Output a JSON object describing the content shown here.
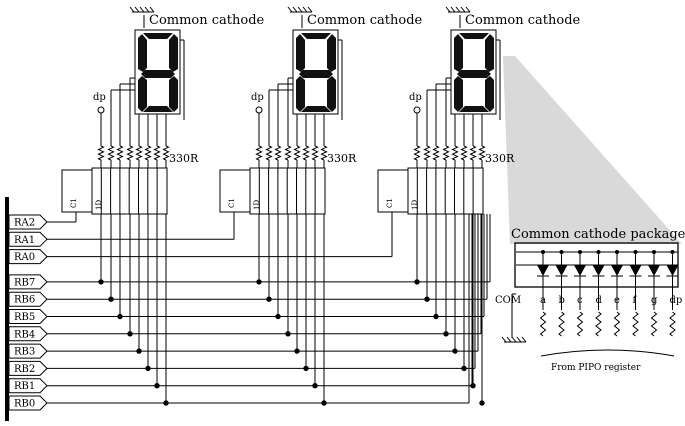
{
  "displays": [
    {
      "common_label": "Common cathode",
      "dp_label": "dp",
      "resistor_label": "330R",
      "segments": [
        "a",
        "b",
        "c",
        "d",
        "e",
        "f",
        "g"
      ]
    },
    {
      "common_label": "Common cathode",
      "dp_label": "dp",
      "resistor_label": "330R",
      "segments": [
        "a",
        "b",
        "c",
        "d",
        "e",
        "f",
        "g"
      ]
    },
    {
      "common_label": "Common cathode",
      "dp_label": "dp",
      "resistor_label": "330R",
      "segments": [
        "a",
        "b",
        "c",
        "d",
        "e",
        "f",
        "g"
      ]
    }
  ],
  "register": {
    "clock_label": "C1",
    "data_label": "1D"
  },
  "bus_ports": [
    "RA2",
    "RA1",
    "RA0",
    "RB7",
    "RB6",
    "RB5",
    "RB4",
    "RB3",
    "RB2",
    "RB1",
    "RB0"
  ],
  "package": {
    "title": "Common cathode package",
    "com_label": "COM",
    "pins": [
      "a",
      "b",
      "c",
      "d",
      "e",
      "f",
      "g",
      "dp"
    ],
    "source_label": "From PIPO register"
  },
  "colors": {
    "ink": "#000000",
    "callout": "#d9d9d9",
    "segment_text": "#ffffff"
  }
}
